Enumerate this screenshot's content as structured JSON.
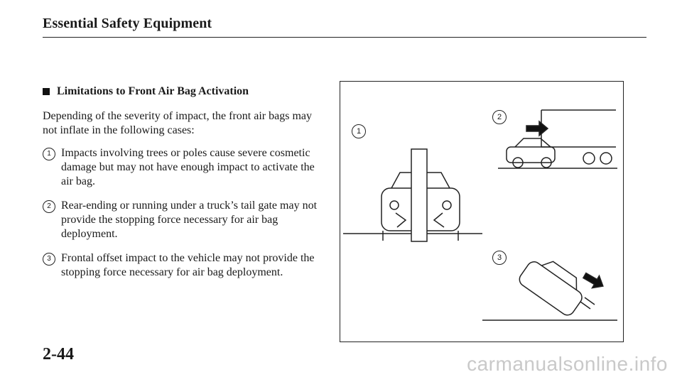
{
  "header": {
    "title": "Essential Safety Equipment"
  },
  "section": {
    "title": "Limitations to Front Air Bag Activation",
    "intro": "Depending of the severity of impact, the front air bags may not inflate in the following cases:",
    "items": [
      {
        "marker": "1",
        "text": "Impacts involving trees or poles cause severe cosmetic damage but may not have enough impact to activate the air bag."
      },
      {
        "marker": "2",
        "text": "Rear-ending or running under a truck’s tail gate may not provide the stopping force necessary for air bag deployment."
      },
      {
        "marker": "3",
        "text": "Frontal offset impact to the vehicle may not provide the stopping force necessary for air bag deployment."
      }
    ]
  },
  "illustration": {
    "labels": [
      "1",
      "2",
      "3"
    ]
  },
  "footer": {
    "page_number": "2-44",
    "watermark": "carmanualsonline.info"
  }
}
